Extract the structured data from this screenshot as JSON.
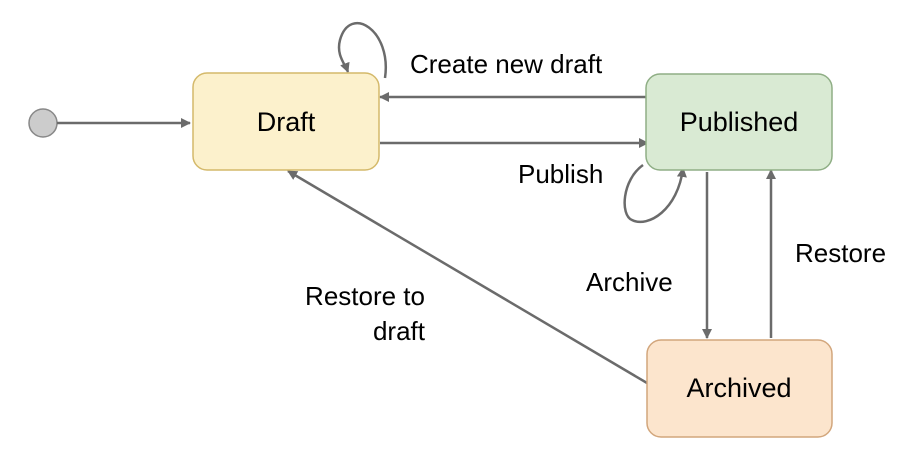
{
  "states": {
    "draft": {
      "label": "Draft",
      "fill": "#fcf1cc",
      "stroke": "#d4b96a"
    },
    "published": {
      "label": "Published",
      "fill": "#d9ead3",
      "stroke": "#8fae85"
    },
    "archived": {
      "label": "Archived",
      "fill": "#fce5cd",
      "stroke": "#d2a67c"
    }
  },
  "initial": {
    "fill": "#cccccc",
    "stroke": "#888888"
  },
  "edge_color": "#6b6b6b",
  "transitions": {
    "create_new_draft": "Create new draft",
    "publish": "Publish",
    "archive": "Archive",
    "restore": "Restore",
    "restore_to_draft_line1": "Restore to",
    "restore_to_draft_line2": "draft"
  }
}
